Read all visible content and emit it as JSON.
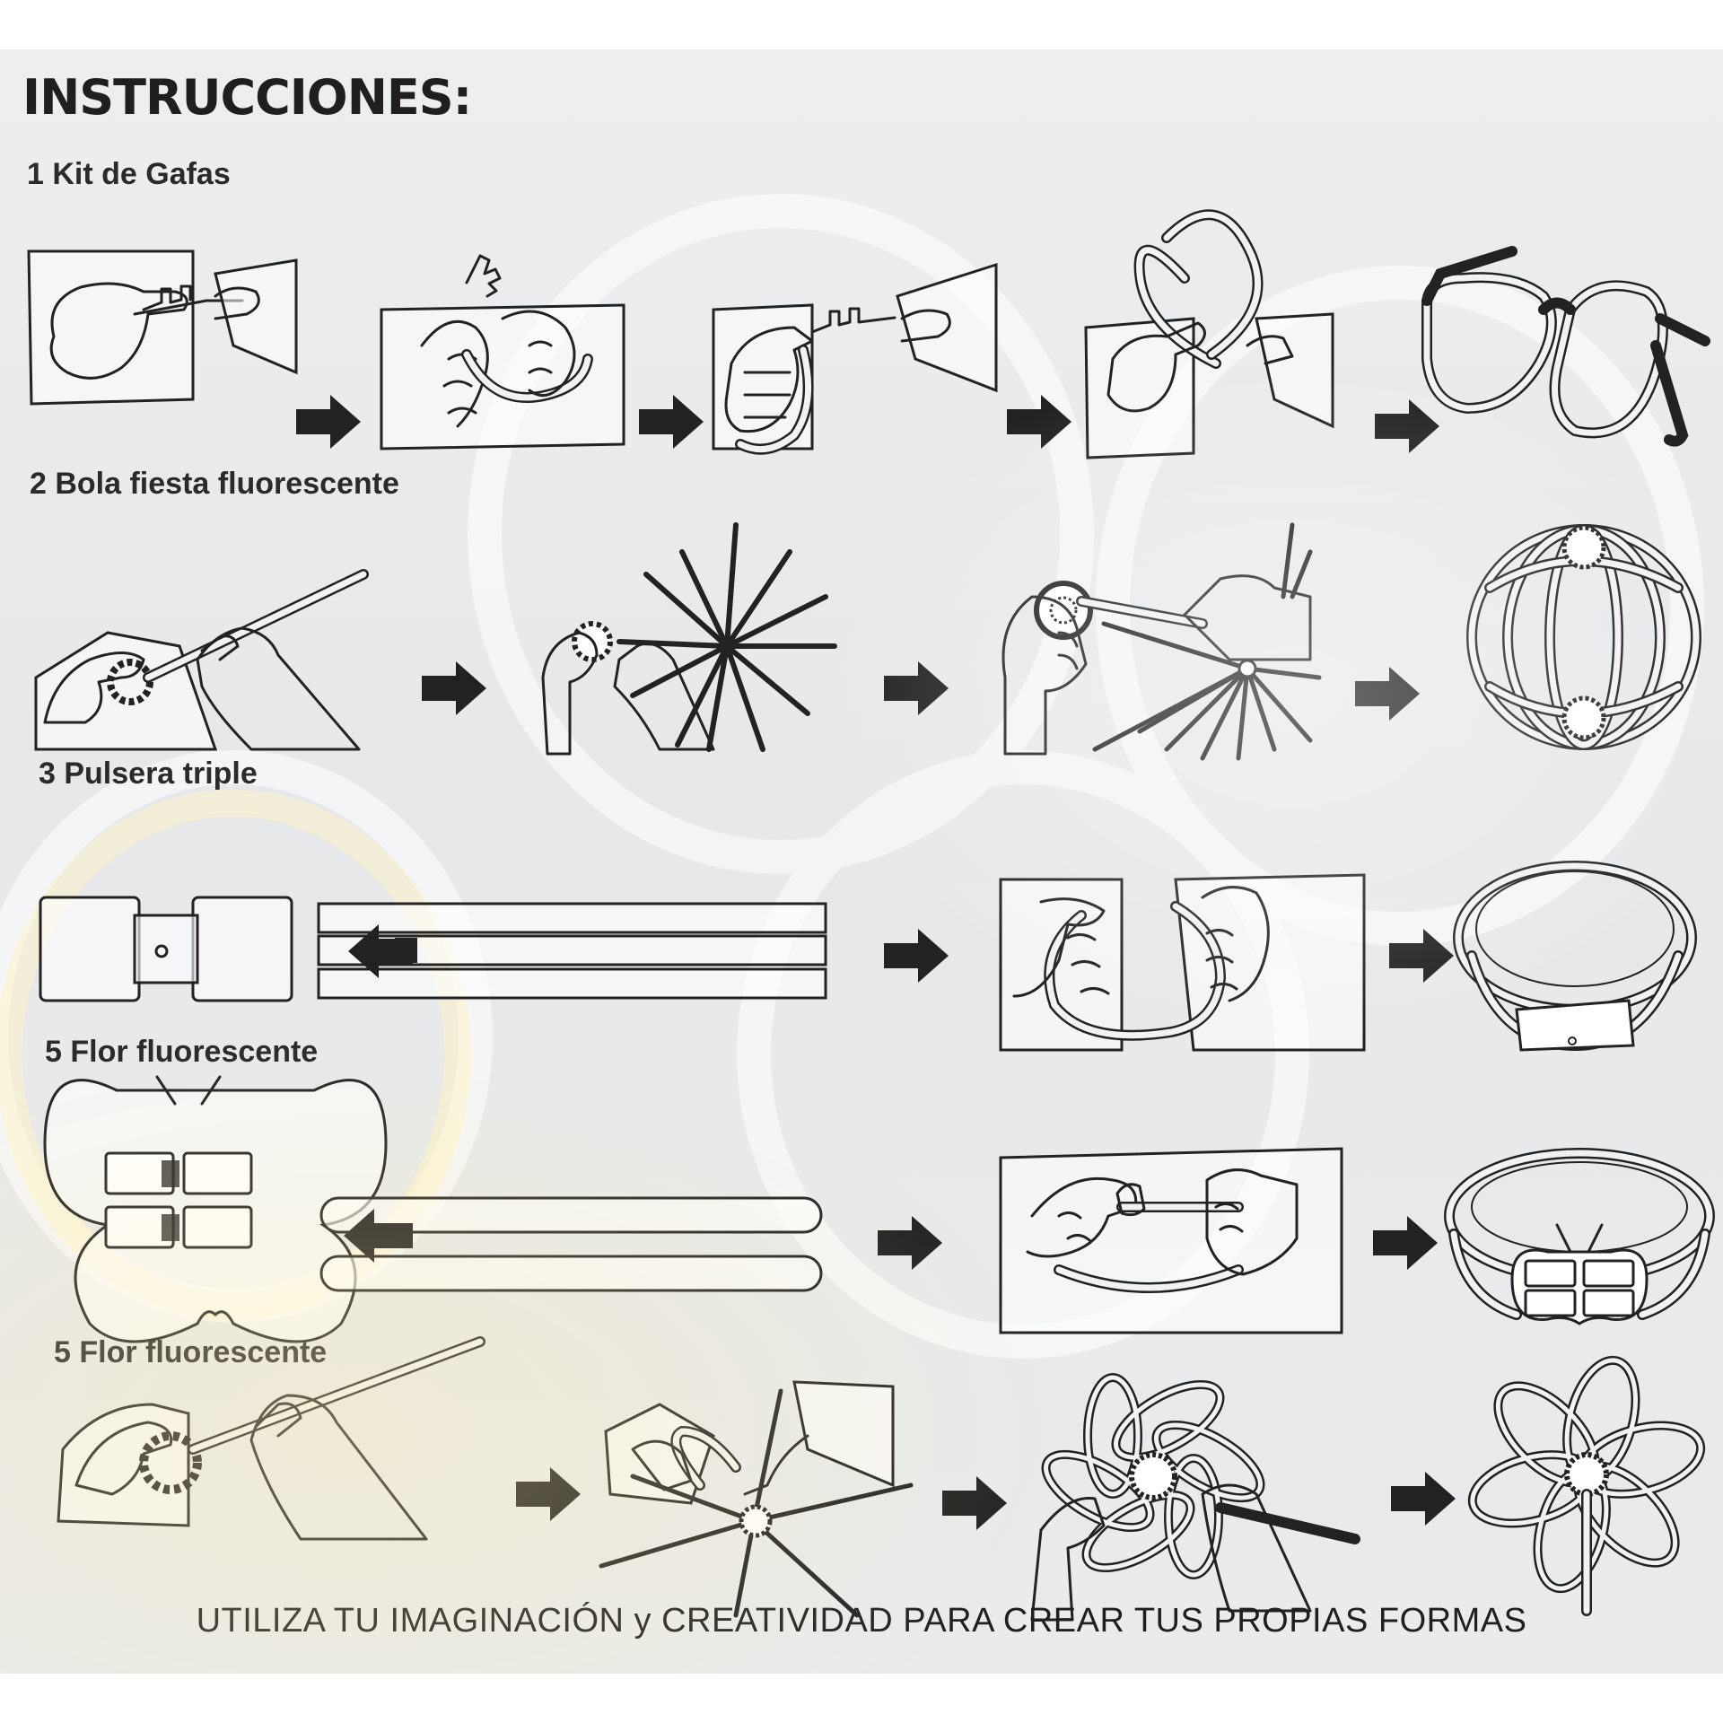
{
  "header": {
    "title": "INSTRUCCIONES:"
  },
  "sections": [
    {
      "label": "1 Kit de Gafas"
    },
    {
      "label": "2 Bola fiesta fluorescente"
    },
    {
      "label": "3 Pulsera triple"
    },
    {
      "label": "5 Flor fluorescente"
    },
    {
      "label": "5 Flor fluorescente"
    }
  ],
  "footer": {
    "text": "UTILIZA TU IMAGINACIÓN y CREATIVIDAD PARA CREAR TUS PROPIAS FORMAS"
  },
  "icons": {
    "arrow": "arrow-right-icon",
    "hand": "hand-icon",
    "glasses": "glasses-icon",
    "ball": "glow-ball-icon",
    "bracelet": "bracelet-icon",
    "butterfly": "butterfly-connector-icon",
    "flower": "flower-icon"
  },
  "colors": {
    "ink": "#222222",
    "paper": "#e8eaeb"
  }
}
